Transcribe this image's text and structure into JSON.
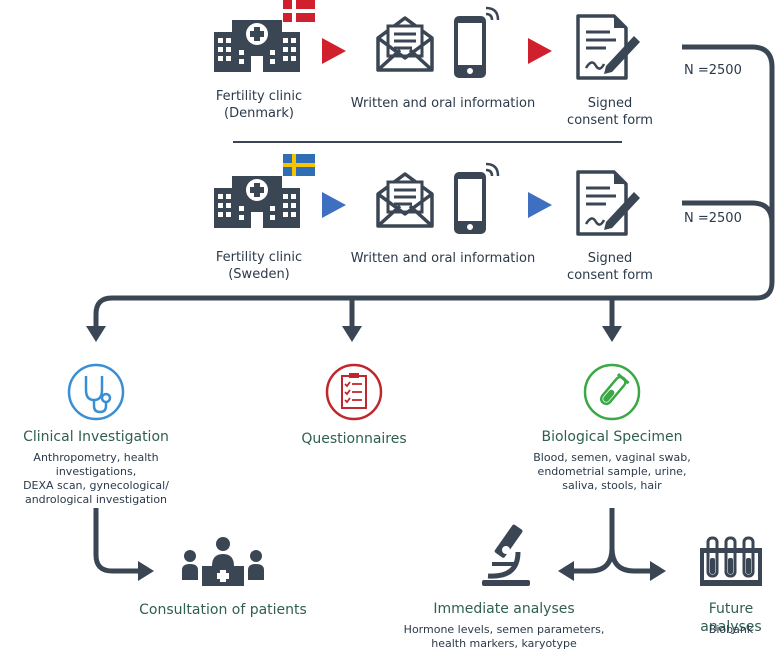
{
  "rows": [
    {
      "clinic": [
        "Fertility clinic",
        "(Denmark)"
      ],
      "info": "Written and oral information",
      "consent": [
        "Signed",
        "consent form"
      ],
      "n": "N =2500",
      "country": "Denmark",
      "arrow_color": "#d0202e"
    },
    {
      "clinic": [
        "Fertility clinic",
        "(Sweden)"
      ],
      "info": "Written and oral information",
      "consent": [
        "Signed",
        "consent form"
      ],
      "n": "N =2500",
      "country": "Sweden",
      "arrow_color": "#3f6fc0"
    }
  ],
  "branches": {
    "clinical": {
      "title": "Clinical Investigation",
      "desc": [
        "Anthropometry, health investigations,",
        "DEXA scan, gynecological/",
        "andrological investigation"
      ],
      "color": "#3a8fd4"
    },
    "questionnaires": {
      "title": "Questionnaires",
      "color": "#c0272d"
    },
    "biological": {
      "title": "Biological Specimen",
      "desc": [
        "Blood, semen, vaginal swab,",
        "endometrial sample, urine,",
        "saliva, stools, hair"
      ],
      "color": "#3aa845"
    }
  },
  "outcomes": {
    "consultation": {
      "title": "Consultation of patients"
    },
    "immediate": {
      "title": "Immediate analyses",
      "desc": [
        "Hormone levels, semen parameters,",
        "health markers, karyotype"
      ]
    },
    "future": {
      "title": "Future analyses",
      "desc": [
        "Biobank"
      ]
    }
  },
  "colors": {
    "icon": "#3b4654",
    "line": "#3b4654",
    "text_green": "#2f5f4f"
  }
}
